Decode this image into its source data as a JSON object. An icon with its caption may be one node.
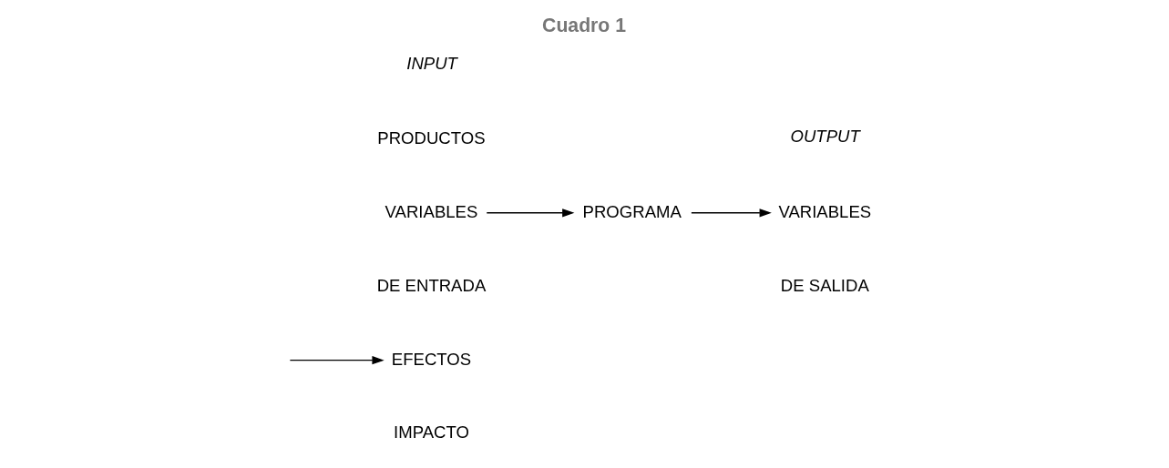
{
  "diagram": {
    "title": "Cuadro 1",
    "nodes": [
      {
        "text": [
          "VARIABLES"
        ]
      },
      {
        "text": [
          "PROGRAMA"
        ]
      },
      {
        "text": [
          "VARIABLES"
        ]
      },
      {
        "text": [
          "EFECTOS"
        ]
      }
    ],
    "edges": [
      {
        "from": 0,
        "to": 1,
        "arrow": "to"
      },
      {
        "from": 1,
        "to": 2,
        "arrow": "to"
      },
      {
        "from": null,
        "to": 3,
        "arrow": "to"
      }
    ],
    "labels": [
      "INPUT",
      "OUTPUT",
      "PRODUCTOS",
      "DE ENTRADA",
      "DE SALIDA",
      "IMPACTO"
    ]
  }
}
